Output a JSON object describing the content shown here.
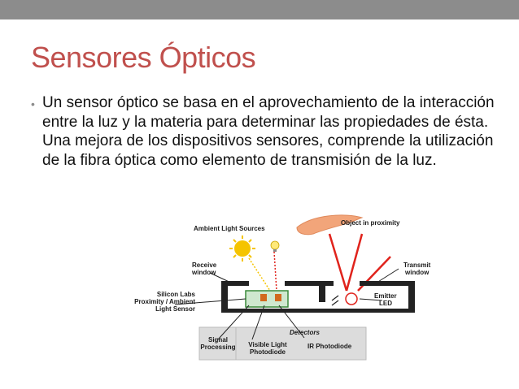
{
  "slide": {
    "title": "Sensores Ópticos",
    "bullet": "Un sensor óptico se basa en el aprovechamiento de la interacción entre la luz y la materia para determinar las propiedades de ésta. Una mejora de los dispositivos sensores, comprende la utilización de la fibra óptica como elemento de transmisión de la luz."
  },
  "diagram": {
    "ambient": "Ambient Light Sources",
    "object": "Object in proximity",
    "receive_1": "Receive",
    "receive_2": "window",
    "transmit_1": "Transmit",
    "transmit_2": "window",
    "sensor_1": "Silicon Labs",
    "sensor_2": "Proximity / Ambient",
    "sensor_3": "Light Sensor",
    "emitter_1": "Emitter",
    "emitter_2": "LED",
    "detectors": "Detectors",
    "signal_1": "Signal",
    "signal_2": "Processing",
    "visible_1": "Visible Light",
    "visible_2": "Photodiode",
    "ir": "IR Photodiode"
  },
  "colors": {
    "title": "#c0504d",
    "topbar": "#8c8c8c",
    "ray": "#e0231c",
    "sun": "#f5c400"
  }
}
